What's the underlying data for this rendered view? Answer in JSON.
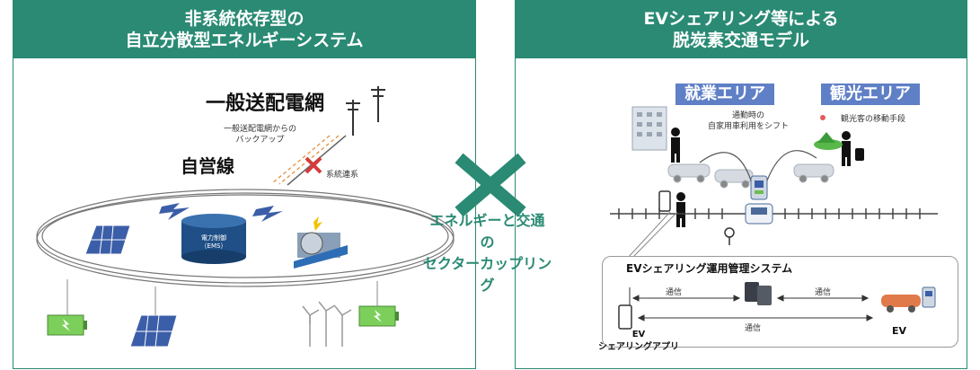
{
  "left_panel": {
    "title_line1": "非系統依存型の",
    "title_line2": "自立分散型エネルギーシステム",
    "grid_label": "一般送配電網",
    "backup_line1": "一般送配電網からの",
    "backup_line2": "バックアップ",
    "no_reverse_flow": "系統連系",
    "private_line_label": "自営線",
    "ems_line1": "電力制御",
    "ems_line2": "（EMS）"
  },
  "center": {
    "line1": "エネルギーと交通",
    "line2": "の",
    "line3": "セクターカップリン",
    "line4": "グ"
  },
  "right_panel": {
    "title_line1": "EVシェアリング等による",
    "title_line2": "脱炭素交通モデル",
    "work_area": "就業エリア",
    "tourism_area": "観光エリア",
    "commute_line1": "通勤時の",
    "commute_line2": "自家用車利用をシフト",
    "tourist_transport": "観光客の移動手段",
    "system_box_title": "EVシェアリング運用管理システム",
    "comm_label_1": "通信",
    "comm_label_2": "通信",
    "comm_label_3": "通信",
    "ev_label": "EV",
    "app_line1": "EV",
    "app_line2": "シェアリングアプリ"
  },
  "colors": {
    "header": "#2a8a74",
    "zone": "#5f7fc6",
    "cross": "#2a8a74"
  }
}
